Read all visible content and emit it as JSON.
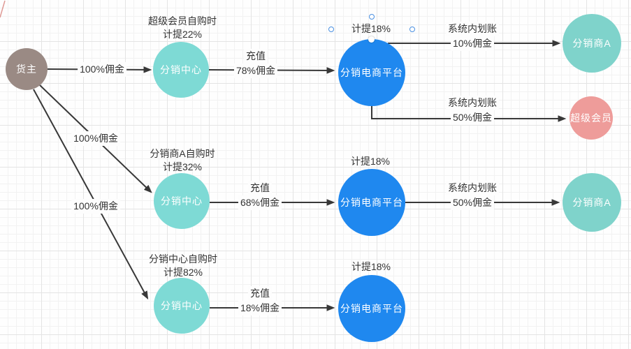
{
  "diagram": {
    "kind": "commission-flowchart",
    "background": "grid-paper"
  },
  "nodes": [
    {
      "id": "cargo-owner",
      "label": "货主"
    },
    {
      "id": "distribution-center-1",
      "label": "分销中心",
      "note1": "超级会员自购时",
      "note2": "计提22%"
    },
    {
      "id": "ecommerce-platform-1",
      "label": "分销电商平台",
      "note1": "计提18%"
    },
    {
      "id": "distributor-a-1",
      "label": "分销商A"
    },
    {
      "id": "super-member",
      "label": "超级会员"
    },
    {
      "id": "distribution-center-2",
      "label": "分销中心",
      "note1": "分销商A自购时",
      "note2": "计提32%"
    },
    {
      "id": "ecommerce-platform-2",
      "label": "分销电商平台",
      "note1": "计提18%"
    },
    {
      "id": "distributor-a-2",
      "label": "分销商A"
    },
    {
      "id": "distribution-center-3",
      "label": "分销中心",
      "note1": "分销中心自购时",
      "note2": "计提82%"
    },
    {
      "id": "ecommerce-platform-3",
      "label": "分销电商平台",
      "note1": "计提18%"
    }
  ],
  "edges": [
    {
      "from": "cargo-owner",
      "to": "distribution-center-1",
      "label1": "100%佣金"
    },
    {
      "from": "cargo-owner",
      "to": "distribution-center-2",
      "label1": "100%佣金"
    },
    {
      "from": "cargo-owner",
      "to": "distribution-center-3",
      "label1": "100%佣金"
    },
    {
      "from": "distribution-center-1",
      "to": "ecommerce-platform-1",
      "label1": "充值",
      "label2": "78%佣金"
    },
    {
      "from": "ecommerce-platform-1",
      "to": "distributor-a-1",
      "label1": "系统内划账",
      "label2": "10%佣金"
    },
    {
      "from": "ecommerce-platform-1",
      "to": "super-member",
      "label1": "系统内划账",
      "label2": "50%佣金"
    },
    {
      "from": "distribution-center-2",
      "to": "ecommerce-platform-2",
      "label1": "充值",
      "label2": "68%佣金"
    },
    {
      "from": "ecommerce-platform-2",
      "to": "distributor-a-2",
      "label1": "系统内划账",
      "label2": "50%佣金"
    },
    {
      "from": "distribution-center-3",
      "to": "ecommerce-platform-3",
      "label1": "充值",
      "label2": "18%佣金"
    }
  ],
  "selection": {
    "selected_node": "ecommerce-platform-1",
    "handle_icon": "selection-handle-icon",
    "connection_point_icon": "connection-point-icon"
  },
  "colors": {
    "node_brown": "#9a8a84",
    "node_teal": "#7edad5",
    "node_blue": "#1f88ef",
    "node_pink": "#ee9c9a",
    "line": "#383838",
    "text": "#333333",
    "selection_accent": "#4a90e2",
    "grid_minor": "#f2f2f2",
    "grid_major": "#e4e4e4"
  }
}
